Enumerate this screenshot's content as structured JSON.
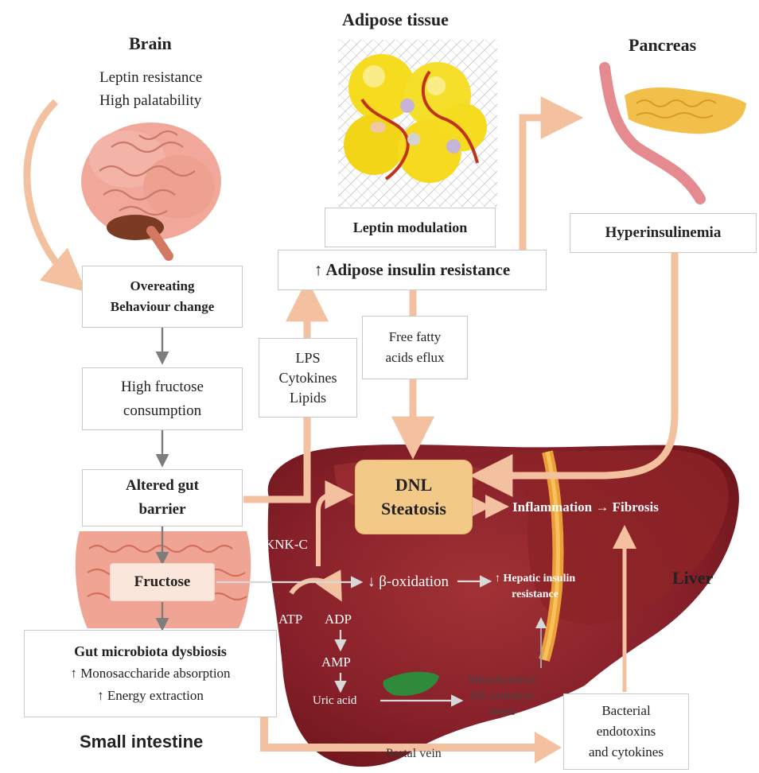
{
  "brain": {
    "heading": "Brain",
    "line1": "Leptin resistance",
    "line2": "High palatability"
  },
  "adipose": {
    "heading": "Adipose tissue",
    "leptin_modulation": "Leptin modulation",
    "insulin_resistance": "↑ Adipose insulin resistance"
  },
  "pancreas": {
    "heading": "Pancreas",
    "hyperinsulinemia": "Hyperinsulinemia"
  },
  "flow": {
    "overeating_line1": "Overeating",
    "overeating_line2": "Behaviour change",
    "high_fructose_line1": "High fructose",
    "high_fructose_line2": "consumption",
    "gut_barrier_line1": "Altered gut",
    "gut_barrier_line2": "barrier",
    "lps_line1": "LPS",
    "lps_line2": "Cytokines",
    "lps_line3": "Lipids",
    "ffa_line1": "Free fatty",
    "ffa_line2": "acids eflux"
  },
  "liver": {
    "heading": "Liver",
    "dnl_line1": "DNL",
    "dnl_line2": "Steatosis",
    "inflammation": "Inflammation → Fibrosis",
    "knk": "KNK-C",
    "beta_oxidation": "↓ β-oxidation",
    "hepatic_line1": "↑ Hepatic insulin",
    "hepatic_line2": "resistance",
    "atp": "ATP",
    "adp": "ADP",
    "amp": "AMP",
    "uric_acid": "Uric acid",
    "mito_line1": "Mitochondrial",
    "mito_line2": "ER oxidative",
    "mito_line3": "stress",
    "bacterial_line1": "Bacterial",
    "bacterial_line2": "endotoxins",
    "bacterial_line3": "and cytokines",
    "portal_vein": "Portal vein"
  },
  "intestine": {
    "heading": "Small intestine",
    "fructose": "Fructose",
    "dysbiosis_title": "Gut microbiota dysbiosis",
    "dysbiosis_line1": "↑ Monosaccharide absorption",
    "dysbiosis_line2": "↑ Energy extraction"
  },
  "colors": {
    "salmon_arrow": "#f3c0a0",
    "liver_dark": "#7a1a1c",
    "liver_mid": "#94282a",
    "dnl_box": "#f2c987",
    "adipocyte": "#f5dc1e",
    "pancreas": "#f2c04a",
    "brain": "#f1a89a",
    "intestine": "#f0a493",
    "gray_arrow": "#8c8c8c"
  }
}
